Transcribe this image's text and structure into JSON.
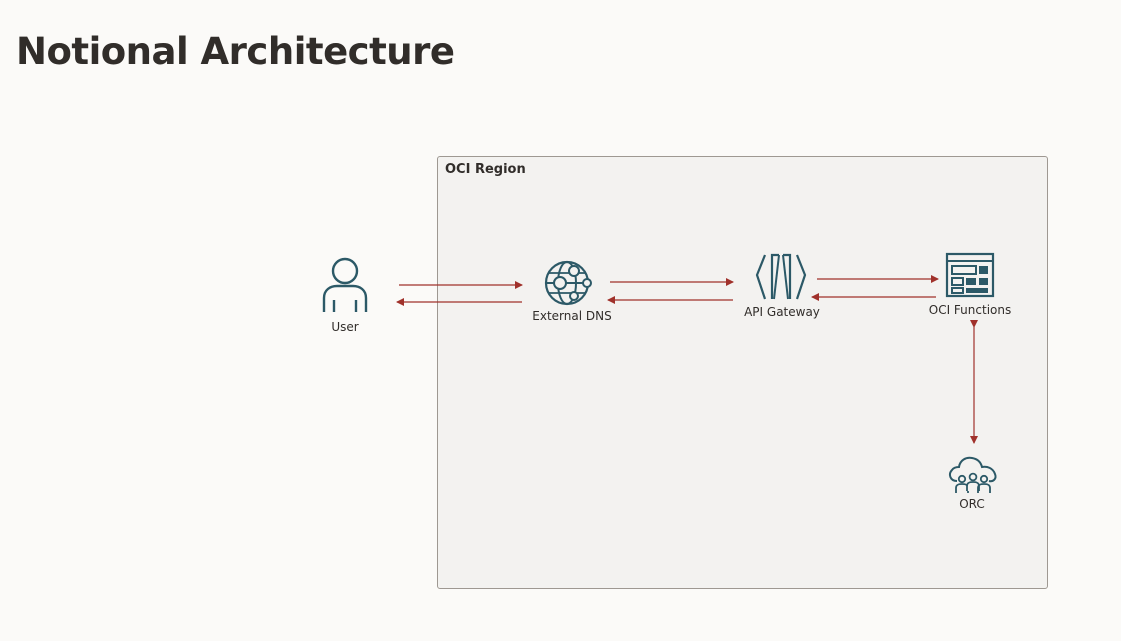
{
  "page": {
    "title": "Notional Architecture"
  },
  "diagram": {
    "region_label": "OCI Region",
    "nodes": {
      "user": {
        "label": "User",
        "icon": "user-icon"
      },
      "external_dns": {
        "label": "External DNS",
        "icon": "globe-dns-icon"
      },
      "api_gateway": {
        "label": "API Gateway",
        "icon": "api-gateway-icon"
      },
      "oci_functions": {
        "label": "OCI Functions",
        "icon": "functions-icon"
      },
      "orc": {
        "label": "ORC",
        "icon": "cloud-group-icon"
      }
    },
    "colors": {
      "icon": "#2c5967",
      "arrow": "#a0312b",
      "region_border": "#9e9892",
      "region_fill": "#f3f2f0"
    }
  }
}
